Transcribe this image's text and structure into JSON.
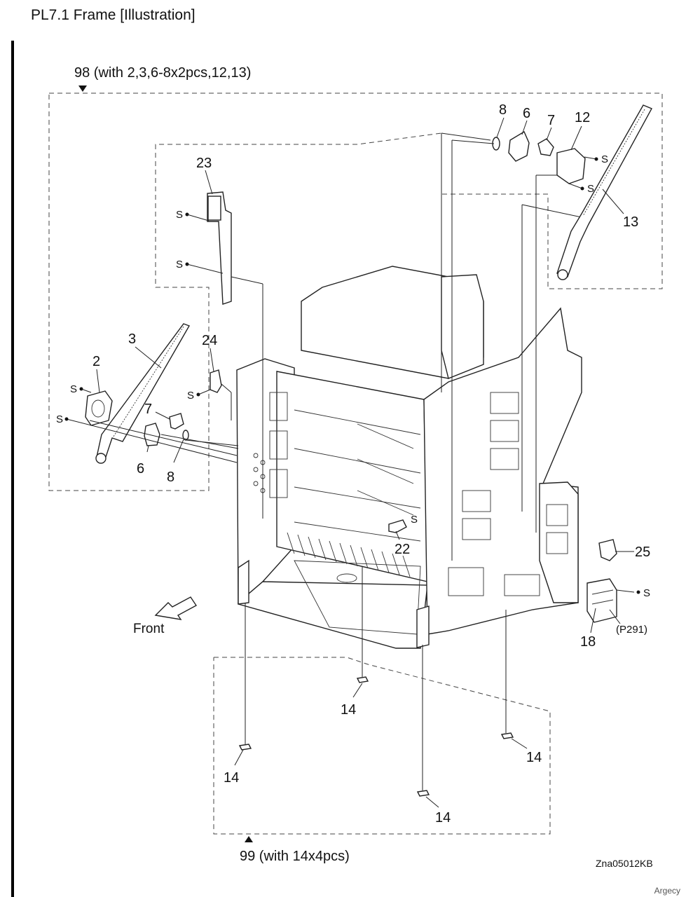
{
  "page": {
    "title": "PL7.1 Frame  [Illustration]",
    "drawing_code": "Zna05012KB",
    "watermark": "Argecy"
  },
  "groups": {
    "upper_label": "98 (with 2,3,6-8x2pcs,12,13)",
    "lower_label": "99 (with 14x4pcs)"
  },
  "direction_label": "Front",
  "screw_symbol": "S",
  "callouts": {
    "c2": "2",
    "c3": "3",
    "c6_left": "6",
    "c7_left": "7",
    "c8_left": "8",
    "c8_right": "8",
    "c6_right": "6",
    "c7_right": "7",
    "c12": "12",
    "c13": "13",
    "c23": "23",
    "c24": "24",
    "c22": "22",
    "c25": "25",
    "c18": "18",
    "c14_top": "14",
    "c14_left": "14",
    "c14_right": "14",
    "c14_bottom": "14"
  },
  "reference": "(P291)"
}
